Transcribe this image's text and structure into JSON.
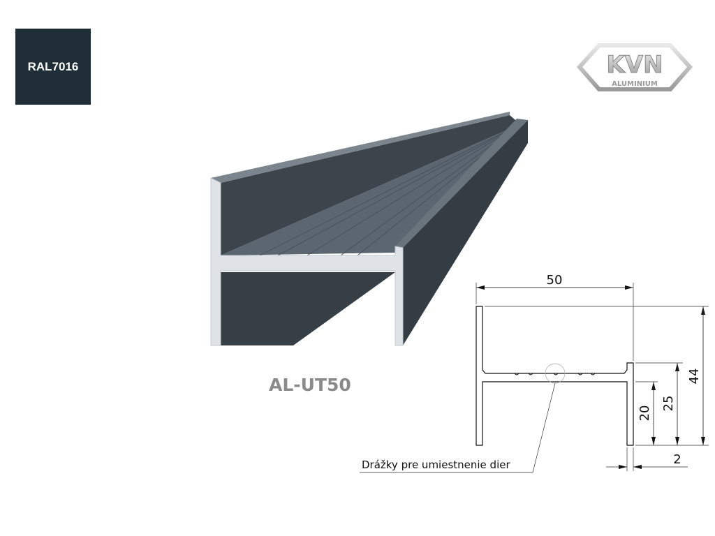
{
  "color_swatch": {
    "label": "RAL7016",
    "color": "#1f2d36"
  },
  "logo": {
    "text": "KVN",
    "subtext": "ALUMINIUM"
  },
  "product": {
    "code": "AL-UT50"
  },
  "drawing": {
    "dimensions": {
      "width": "50",
      "height": "44",
      "inner_height": "25",
      "lower_height": "20",
      "thickness": "2"
    },
    "annotation": "Drážky pre umiestnenie dier"
  },
  "colors": {
    "profile_dark": "#3b434a",
    "profile_face": "#d8dde2"
  }
}
